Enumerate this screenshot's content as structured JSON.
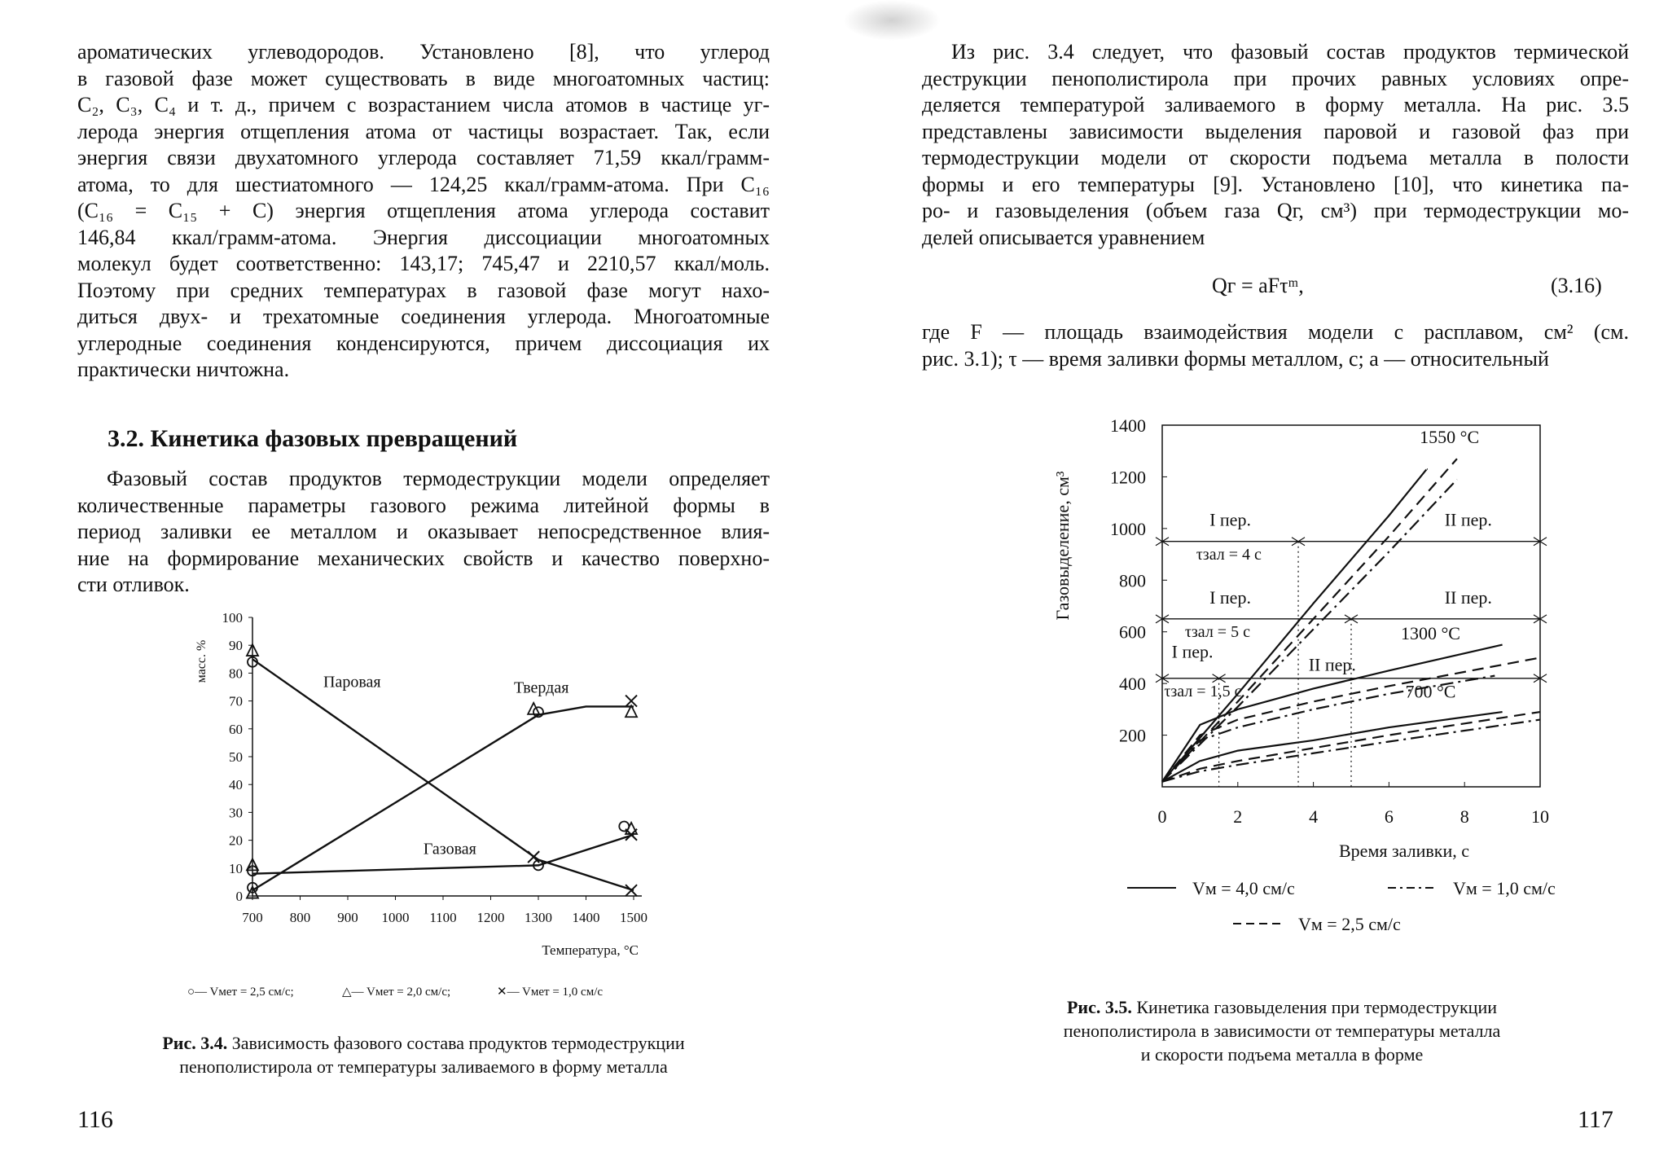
{
  "left_page": {
    "paragraph1_lines": [
      "ароматических углеводородов. Установлено [8], что углерод",
      "в газовой фазе может существовать в виде многоатомных частиц:",
      "C₂, C₃, C₄ и т. д., причем с возрастанием числа атомов в частице уг-",
      "лерода энергия отщепления атома от частицы возрастает. Так, если",
      "энергия связи двухатомного углерода составляет 71,59 ккал/грамм-",
      "атома, то для шестиатомного — 124,25 ккал/грамм-атома. При C₁₆",
      "(C₁₆ = C₁₅ + C) энергия отщепления атома углерода составит",
      "146,84 ккал/грамм-атома. Энергия диссоциации многоатомных",
      "молекул будет соответственно: 143,17; 745,47 и 2210,57 ккал/моль.",
      "Поэтому при средних температурах в газовой фазе могут нахо-",
      "диться двух- и трехатомные соединения углерода. Многоатомные",
      "углеродные соединения конденсируются, причем диссоциация их",
      "практически ничтожна."
    ],
    "section_heading": "3.2. Кинетика фазовых превращений",
    "paragraph2_lines": [
      "Фазовый состав продуктов термодеструкции модели определяет",
      "количественные параметры газового режима литейной формы в",
      "период заливки ее металлом и оказывает непосредственное влия-",
      "ние на формирование механических свойств и качество поверхно-",
      "сти отливок."
    ],
    "figure_caption_bold": "Рис. 3.4.",
    "figure_caption_line1": "Зависимость фазового состава продуктов термодеструкции",
    "figure_caption_line2": "пенополистирола от температуры заливаемого в форму металла",
    "page_number": "116"
  },
  "right_page": {
    "paragraph1_lines": [
      "Из рис. 3.4 следует, что фазовый состав продуктов термической",
      "деструкции пенополистирола при прочих равных условиях опре-",
      "деляется температурой заливаемого в форму металла. На рис. 3.5",
      "представлены зависимости выделения паровой и газовой фаз при",
      "термодеструкции модели от скорости подъема металла в полости",
      "формы и его температуры [9]. Установлено [10], что кинетика па-",
      "ро- и газовыделения (объем газа Qг, см³) при термодеструкции мо-",
      "делей описывается уравнением"
    ],
    "formula": "Qг = aFτᵐ,",
    "formula_number": "(3.16)",
    "paragraph2_lines": [
      "где F — площадь взаимодействия модели с расплавом, см² (см.",
      "рис. 3.1); τ — время заливки формы металлом, с; a — относительный"
    ],
    "figure_caption_bold": "Рис. 3.5.",
    "figure_caption_line1": "Кинетика газовыделения при термодеструкции",
    "figure_caption_line2": "пенополистирола в зависимости от температуры металла",
    "figure_caption_line3": "и скорости подъема металла в форме",
    "page_number": "117"
  },
  "chart_data": [
    {
      "type": "line",
      "ylabel": "масс. %",
      "xlabel": "Температура, °С",
      "xlim": [
        700,
        1500
      ],
      "ylim": [
        0,
        100
      ],
      "x_ticks": [
        700,
        800,
        900,
        1000,
        1100,
        1200,
        1300,
        1400,
        1500
      ],
      "y_ticks": [
        0,
        10,
        20,
        30,
        40,
        50,
        60,
        70,
        80,
        90,
        100
      ],
      "curve_labels": [
        "Паровая",
        "Твердая",
        "Газовая"
      ],
      "series": [
        {
          "name": "Паровая",
          "x": [
            700,
            1300,
            1500
          ],
          "y": [
            85,
            13,
            2
          ]
        },
        {
          "name": "Твердая",
          "x": [
            700,
            1300,
            1400,
            1500
          ],
          "y": [
            2,
            65,
            68,
            68
          ]
        },
        {
          "name": "Газовая",
          "x": [
            700,
            1300,
            1500
          ],
          "y": [
            8,
            11,
            22
          ]
        }
      ],
      "markers": {
        "circle": {
          "x": [
            700,
            700,
            700,
            1300,
            1300,
            1480
          ],
          "y": [
            84,
            9,
            3,
            66,
            11,
            25
          ]
        },
        "triangle": {
          "x": [
            700,
            700,
            700,
            1290,
            1495,
            1495
          ],
          "y": [
            88,
            11,
            1,
            67,
            66,
            24
          ]
        },
        "cross": {
          "x": [
            1290,
            1495,
            1495,
            1495
          ],
          "y": [
            14,
            70,
            22,
            2
          ]
        }
      },
      "legend": [
        {
          "marker": "○",
          "text": "— Vмет = 2,5 см/с;"
        },
        {
          "marker": "△",
          "text": "— Vмет = 2,0 см/с;"
        },
        {
          "marker": "✕",
          "text": "— Vмет = 1,0 см/с"
        }
      ]
    },
    {
      "type": "line",
      "ylabel": "Газовыделение, см³",
      "xlabel": "Время заливки, с",
      "xlim": [
        0,
        10
      ],
      "ylim": [
        0,
        1400
      ],
      "x_ticks": [
        0,
        2,
        4,
        6,
        8,
        10
      ],
      "y_ticks": [
        200,
        400,
        600,
        800,
        1000,
        1200,
        1400
      ],
      "temperature_labels": [
        "1550 °С",
        "1300 °С",
        "700 °С"
      ],
      "period_annotations": [
        {
          "label_left": "I пер.",
          "label_right": "II пер.",
          "tau": "τзал = 4 с",
          "boundary_x": 3.6,
          "y": 950
        },
        {
          "label_left": "I пер.",
          "label_right": "II пер.",
          "tau": "τзал = 5 с",
          "boundary_x": 5.0,
          "y": 650
        },
        {
          "label_left": "I пер.",
          "label_right": "II пер.",
          "tau": "τзал = 1,5 с",
          "boundary_x": 1.5,
          "y": 420
        }
      ],
      "series": [
        {
          "name": "1550 °С, Vм = 4,0 см/с",
          "style": "solid",
          "x": [
            0,
            2,
            4,
            6,
            7.0
          ],
          "y": [
            20,
            360,
            710,
            1050,
            1230
          ]
        },
        {
          "name": "1550 °С, Vм = 2,5 см/с",
          "style": "dashed",
          "x": [
            0,
            2,
            4,
            6,
            7.8
          ],
          "y": [
            20,
            330,
            650,
            970,
            1270
          ]
        },
        {
          "name": "1550 °С, Vм = 1,0 см/с",
          "style": "dashdot",
          "x": [
            0,
            2,
            4,
            6,
            7.8
          ],
          "y": [
            20,
            310,
            610,
            910,
            1190
          ]
        },
        {
          "name": "1300 °С, Vм = 4,0 см/с",
          "style": "solid",
          "x": [
            0,
            1,
            2,
            4,
            6,
            9
          ],
          "y": [
            20,
            240,
            300,
            380,
            450,
            550
          ]
        },
        {
          "name": "1300 °С, Vм = 2,5 см/с",
          "style": "dashed",
          "x": [
            0,
            1,
            2,
            4,
            6,
            10
          ],
          "y": [
            20,
            200,
            260,
            330,
            390,
            500
          ]
        },
        {
          "name": "1300 °С, Vм = 1,0 см/с",
          "style": "dashdot",
          "x": [
            0,
            1,
            2,
            4,
            6,
            8.8
          ],
          "y": [
            20,
            180,
            230,
            300,
            360,
            430
          ]
        },
        {
          "name": "700 °С, Vм = 4,0 см/с",
          "style": "solid",
          "x": [
            0,
            1,
            2,
            4,
            6,
            9
          ],
          "y": [
            20,
            100,
            140,
            180,
            230,
            290
          ]
        },
        {
          "name": "700 °С, Vм = 2,5 см/с",
          "style": "dashed",
          "x": [
            0,
            1,
            2,
            4,
            6,
            10
          ],
          "y": [
            20,
            70,
            100,
            150,
            200,
            290
          ]
        },
        {
          "name": "700 °С, Vм = 1,0 см/с",
          "style": "dashdot",
          "x": [
            0,
            1,
            2,
            4,
            6,
            10
          ],
          "y": [
            20,
            60,
            85,
            130,
            175,
            260
          ]
        }
      ],
      "legend": [
        {
          "style": "solid",
          "text": "Vм = 4,0 см/с"
        },
        {
          "style": "dashdot",
          "text": "Vм = 1,0 см/с"
        },
        {
          "style": "dashed",
          "text": "Vм = 2,5 см/с"
        }
      ]
    }
  ]
}
